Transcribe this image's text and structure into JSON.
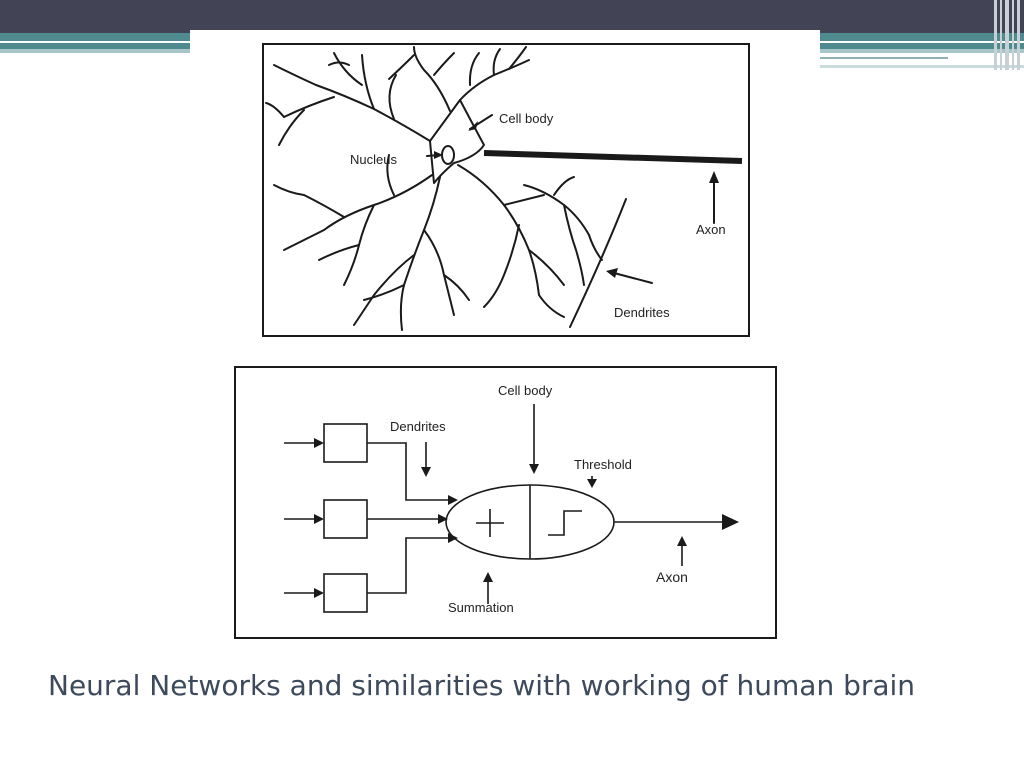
{
  "slide": {
    "caption": "Neural Networks and similarities with working of human brain",
    "colors": {
      "topbar": "#424456",
      "accent": "#4e8a8e",
      "caption": "#3c4a5c"
    }
  },
  "neuron_diagram": {
    "labels": {
      "cell_body": "Cell body",
      "nucleus": "Nucleus",
      "axon": "Axon",
      "dendrites": "Dendrites"
    }
  },
  "model_diagram": {
    "labels": {
      "cell_body": "Cell body",
      "dendrites": "Dendrites",
      "threshold": "Threshold",
      "summation": "Summation",
      "axon": "Axon"
    }
  }
}
